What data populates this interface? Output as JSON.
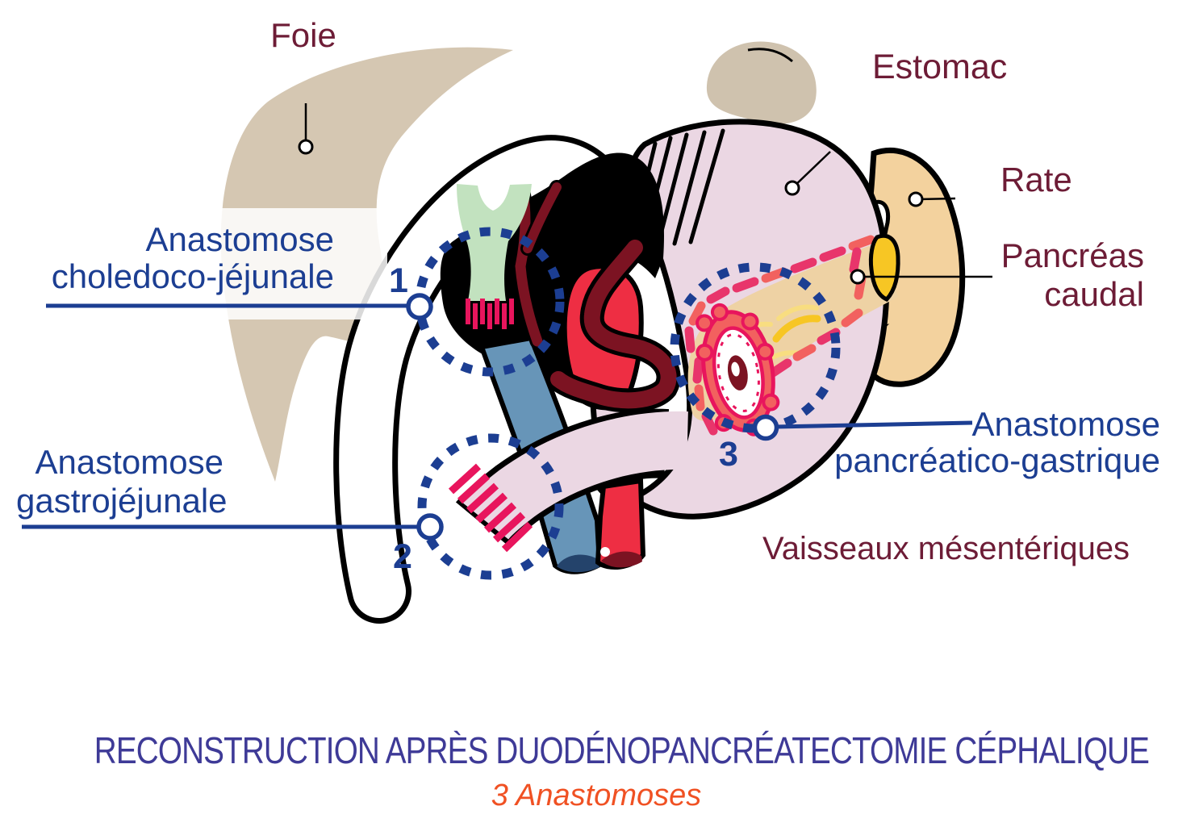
{
  "figure": {
    "organ_labels": {
      "liver": "Foie",
      "stomach": "Estomac",
      "spleen": "Rate",
      "caudal_pancreas": {
        "line1": "Pancréas",
        "line2": "caudal"
      },
      "mesenteric_vessels": "Vaisseaux mésentériques"
    },
    "anastomoses": [
      {
        "number": "1",
        "line1": "Anastomose",
        "line2": "choledoco-jéjunale"
      },
      {
        "number": "2",
        "line1": "Anastomose",
        "line2": "gastrojéjunale"
      },
      {
        "number": "3",
        "line1": "Anastomose",
        "line2": "pancréatico-gastrique"
      }
    ],
    "caption": {
      "title": "RECONSTRUCTION APRÈS DUODÉNOPANCRÉATECTOMIE CÉPHALIQUE",
      "subtitle": "3 Anastomoses"
    },
    "colors": {
      "label_navy": "#1c3e92",
      "label_maroon": "#6d1c36",
      "title_indigo": "#3e3a97",
      "subtitle_orange": "#f05123",
      "liver_beige": "#d5c7b2",
      "stomach_pink": "#ebd7e3",
      "spleen_tan": "#f3d29e",
      "pancreas_tan": "#eed2a4",
      "bile_duct_green": "#c2e2bf",
      "portal_vein_blue": "#6795b8",
      "artery_red": "#ee2e43",
      "dark_artery_red": "#7c1322",
      "suture_crimson": "#e8155d",
      "pancreas_dash_coral": "#f2615f",
      "splenic_yellow": "#f7c624"
    }
  }
}
